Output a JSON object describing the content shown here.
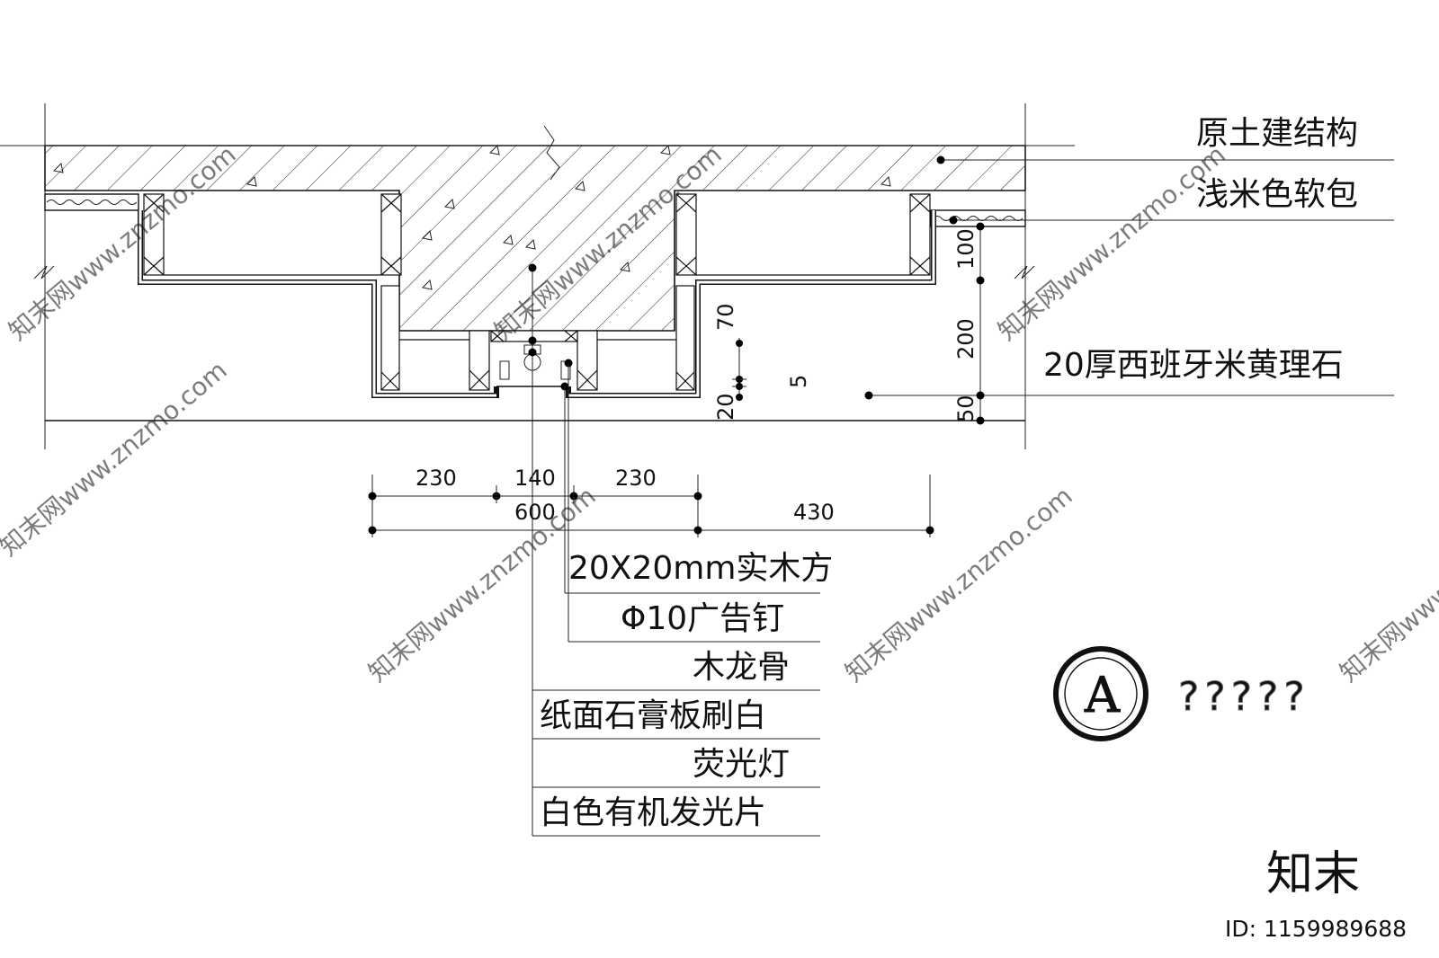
{
  "labels": {
    "structure": "原土建结构",
    "soft_pack": "浅米色软包",
    "marble": "20厚西班牙米黄理石",
    "wood_square": "20X20mm实木方",
    "ad_nail": "Φ10广告钉",
    "wood_keel": "木龙骨",
    "gypsum_board": "纸面石膏板刷白",
    "fluorescent": "荧光灯",
    "acrylic": "白色有机发光片"
  },
  "dimensions": {
    "h_230_left": "230",
    "h_140": "140",
    "h_230_right": "230",
    "h_600": "600",
    "h_430": "430",
    "v_70": "70",
    "v_5": "5",
    "v_20": "20",
    "v_100": "100",
    "v_200": "200",
    "v_50": "50"
  },
  "section_mark": {
    "letter": "A",
    "title": "?????"
  },
  "watermark": {
    "site": "知末网www.znzmo.com",
    "brand": "知末",
    "id": "ID: 1159989688"
  }
}
